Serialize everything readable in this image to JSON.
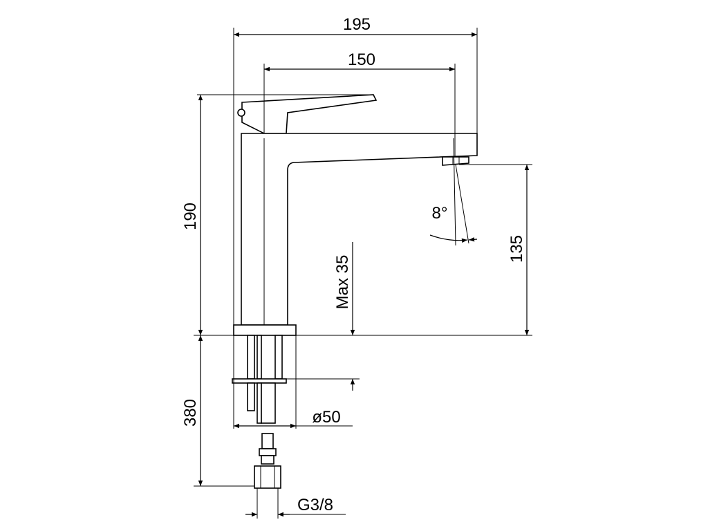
{
  "dimensions": {
    "overall_width": "195",
    "spout_reach": "150",
    "overall_height": "190",
    "spout_height": "135",
    "max_deck_thickness": "Max 35",
    "base_diameter": "ø50",
    "hose_length": "380",
    "thread_size": "G3/8",
    "spout_angle": "8°"
  },
  "colors": {
    "line": "#000000",
    "background": "#ffffff"
  }
}
